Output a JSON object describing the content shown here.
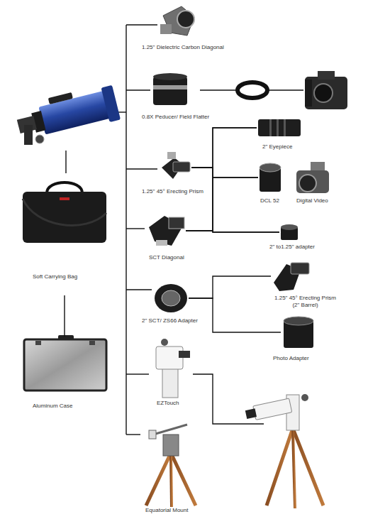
{
  "diagram": {
    "nodes": [
      {
        "text": [
          "1.25\" Dielectric Carbon Diagonal"
        ]
      },
      {
        "text": [
          "0.8X Peducer/ Field Flatter"
        ]
      },
      {
        "text": [
          "2\" Eyepiece"
        ]
      },
      {
        "text": [
          "1.25\" 45° Erecting Prism"
        ]
      },
      {
        "text": [
          "DCL 52"
        ]
      },
      {
        "text": [
          "Digital Video"
        ]
      },
      {
        "text": [
          "SCT Diagonal"
        ]
      },
      {
        "text": [
          "2\" to1.25\" adapter"
        ]
      },
      {
        "text": [
          "2\" SCT/ ZS66 Adapter"
        ]
      },
      {
        "text": [
          "1.25\" 45° Erecting Prism (2\" Barrel)"
        ]
      },
      {
        "text": [
          "Photo Adapter"
        ]
      },
      {
        "text": [
          "EZTouch"
        ]
      },
      {
        "text": [
          "Equatorial Mount"
        ]
      },
      {
        "text": [
          "Soft Carrying Bag"
        ]
      },
      {
        "text": [
          "Aluminum Case"
        ]
      }
    ],
    "edges": [
      {
        "from": 3,
        "to": 2,
        "arrow": "none"
      },
      {
        "from": 3,
        "to": 4,
        "arrow": "none"
      },
      {
        "from": 3,
        "to": 7,
        "arrow": "none"
      },
      {
        "from": 6,
        "to": 2,
        "arrow": "none"
      },
      {
        "from": 6,
        "to": 4,
        "arrow": "none"
      },
      {
        "from": 6,
        "to": 7,
        "arrow": "none"
      },
      {
        "from": 8,
        "to": 9,
        "arrow": "none"
      },
      {
        "from": 8,
        "to": 10,
        "arrow": "none"
      },
      {
        "from": 13,
        "to": 14,
        "arrow": "none"
      }
    ]
  }
}
